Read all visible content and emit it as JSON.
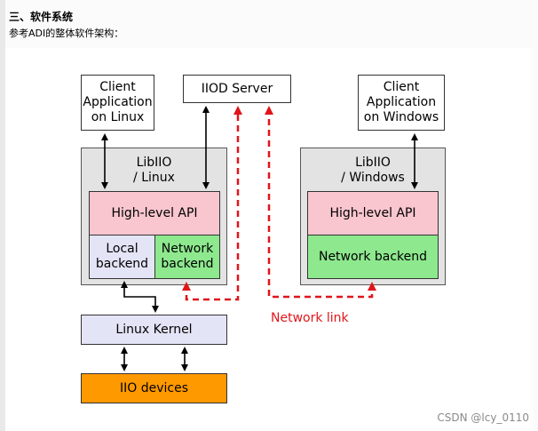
{
  "header": {
    "heading": "三、软件系统",
    "subtext": "参考ADI的整体软件架构："
  },
  "diagram": {
    "client_linux": "Client\nApplication\non Linux",
    "iiod_server": "IIOD Server",
    "client_windows": "Client\nApplication\non Windows",
    "libiio_linux": "LibIIO\n/ Linux",
    "libiio_windows": "LibIIO\n/ Windows",
    "high_level_api_linux": "High-level API",
    "high_level_api_windows": "High-level API",
    "local_backend": "Local\nbackend",
    "network_backend_linux": "Network\nbackend",
    "network_backend_windows": "Network backend",
    "linux_kernel": "Linux Kernel",
    "iio_devices": "IIO devices",
    "network_link": "Network link"
  },
  "colors": {
    "api": "#f9c6cf",
    "local": "#e4e4f7",
    "network": "#8ee88e",
    "kernel": "#e4e4f7",
    "devices": "#ff9900",
    "link": "#e0151a",
    "lib_bg": "#e3e3e3"
  },
  "footer": {
    "watermark": "CSDN @lcy_0110"
  }
}
